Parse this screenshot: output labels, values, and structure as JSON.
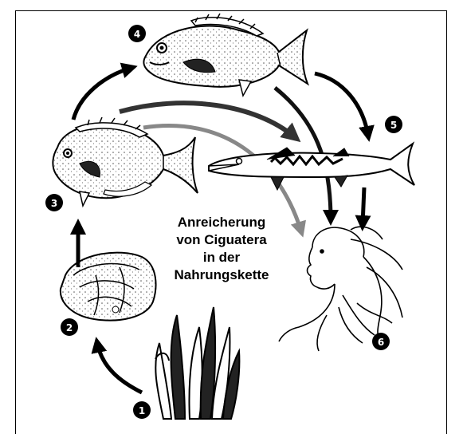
{
  "caption": {
    "line1": "Anreicherung",
    "line2": "von Ciguatera",
    "line3": "in der",
    "line4": "Nahrungskette"
  },
  "steps": [
    {
      "number": "1",
      "icon": "algae-icon"
    },
    {
      "number": "2",
      "icon": "dinoflagellate-cell-icon"
    },
    {
      "number": "3",
      "icon": "surgeonfish-icon"
    },
    {
      "number": "4",
      "icon": "grouper-fish-icon"
    },
    {
      "number": "5",
      "icon": "barracuda-icon"
    },
    {
      "number": "6",
      "icon": "human-head-icon"
    }
  ],
  "colors": {
    "ink": "#000000",
    "arrow_dark": "#333333",
    "arrow_gray": "#888888",
    "stipple": "#555555"
  }
}
